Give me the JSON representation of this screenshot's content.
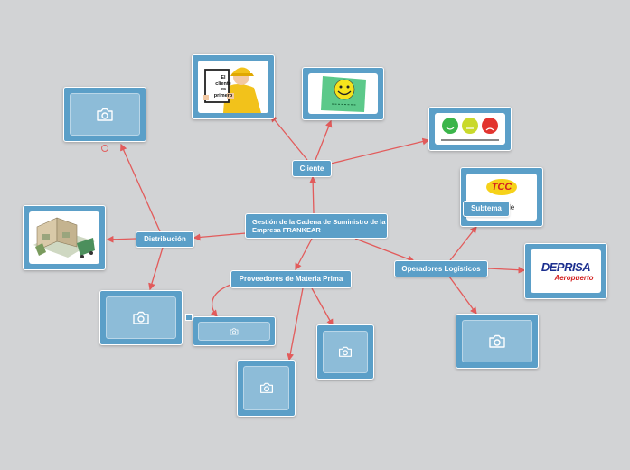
{
  "nodes": {
    "root": "Gestión de la Cadena de Suministro de la Empresa FRANKEAR",
    "cliente": "Cliente",
    "distribucion": "Distribución",
    "proveedores": "Proveedores de Materia Prima",
    "operadores": "Operadores Logísticos",
    "subtema": "Subtema"
  },
  "images": {
    "cliente_sign": "El cliente es primero",
    "tcc_logo": "TCC",
    "tcc_partial": "le",
    "deprisa_logo": "DEPRISA",
    "deprisa_sub": "Aeropuerto"
  },
  "icons": {
    "placeholder": "camera-icon"
  },
  "colors": {
    "background": "#d2d3d5",
    "node": "#5b9fc8",
    "edge": "#e25b5b"
  }
}
